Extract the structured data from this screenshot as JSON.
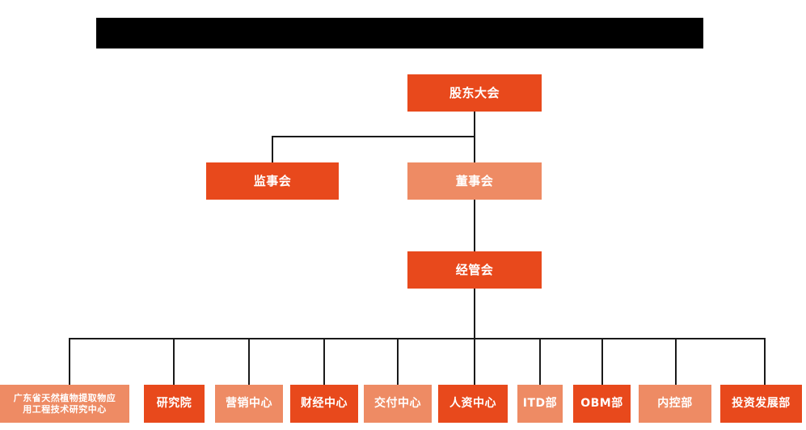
{
  "chart_data": {
    "type": "diagram",
    "diagram_type": "organization-chart",
    "title": "",
    "orientation": "top-down",
    "colors": {
      "accent_dark": "#E8491C",
      "accent_light": "#EE8B64",
      "connector": "#1a1a1a",
      "background": "#ffffff",
      "masked_bar": "#000000",
      "node_text": "#ffffff"
    },
    "levels": [
      {
        "level": 1,
        "nodes": [
          "股东大会"
        ]
      },
      {
        "level": 2,
        "nodes": [
          "监事会",
          "董事会"
        ]
      },
      {
        "level": 3,
        "nodes": [
          "经管会"
        ]
      },
      {
        "level": 4,
        "nodes": [
          "广东省天然植物提取物应用工程技术研究中心",
          "研究院",
          "营销中心",
          "财经中心",
          "交付中心",
          "人资中心",
          "ITD部",
          "OBM部",
          "内控部",
          "投资发展部"
        ]
      }
    ],
    "edges": [
      {
        "from": "股东大会",
        "to": "监事会"
      },
      {
        "from": "股东大会",
        "to": "董事会"
      },
      {
        "from": "董事会",
        "to": "经管会"
      },
      {
        "from": "经管会",
        "to": "广东省天然植物提取物应用工程技术研究中心"
      },
      {
        "from": "经管会",
        "to": "研究院"
      },
      {
        "from": "经管会",
        "to": "营销中心"
      },
      {
        "from": "经管会",
        "to": "财经中心"
      },
      {
        "from": "经管会",
        "to": "交付中心"
      },
      {
        "from": "经管会",
        "to": "人资中心"
      },
      {
        "from": "经管会",
        "to": "ITD部"
      },
      {
        "from": "经管会",
        "to": "OBM部"
      },
      {
        "from": "经管会",
        "to": "内控部"
      },
      {
        "from": "经管会",
        "to": "投资发展部"
      }
    ]
  },
  "nodes": {
    "shareholders_meeting": {
      "label": "股东大会"
    },
    "board_of_supervisors": {
      "label": "监事会"
    },
    "board_of_directors": {
      "label": "董事会"
    },
    "management_committee": {
      "label": "经管会"
    },
    "research_center_gd": {
      "label": "广东省天然植物提取物应\n用工程技术研究中心"
    },
    "research_institute": {
      "label": "研究院"
    },
    "marketing_center": {
      "label": "营销中心"
    },
    "finance_center": {
      "label": "财经中心"
    },
    "delivery_center": {
      "label": "交付中心"
    },
    "hr_center": {
      "label": "人资中心"
    },
    "itd_dept": {
      "label": "ITD部"
    },
    "obm_dept": {
      "label": "OBM部"
    },
    "internal_control_dept": {
      "label": "内控部"
    },
    "investment_development_dept": {
      "label": "投资发展部"
    }
  }
}
